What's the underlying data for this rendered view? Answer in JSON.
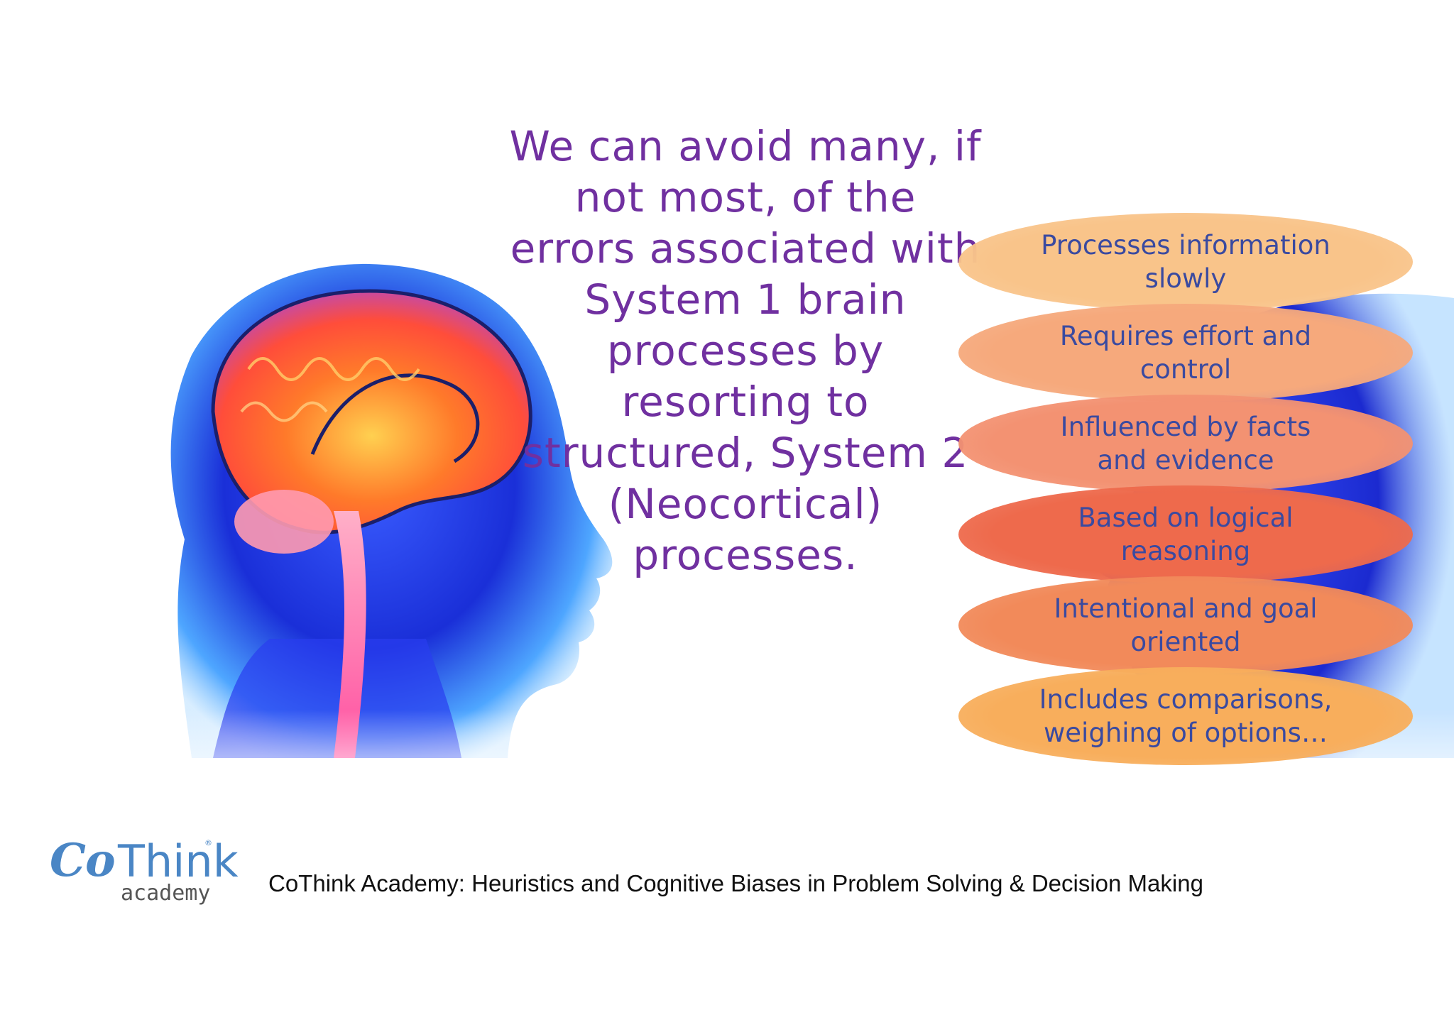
{
  "main_text": {
    "lines": [
      "We can avoid many, if",
      "not most, of the",
      "errors associated with",
      "System 1 brain",
      "processes by",
      "resorting to",
      "structured, System 2",
      "(Neocortical)",
      "processes."
    ]
  },
  "ovals": [
    {
      "line1": "Processes information",
      "line2": "slowly",
      "color": "#f9c48a"
    },
    {
      "line1": "Requires effort and",
      "line2": "control",
      "color": "#f6a97c"
    },
    {
      "line1": "Influenced by facts",
      "line2": "and evidence",
      "color": "#f39272"
    },
    {
      "line1": "Based on logical",
      "line2": "reasoning",
      "color": "#ee6a4c"
    },
    {
      "line1": "Intentional and goal",
      "line2": "oriented",
      "color": "#f28a5a"
    },
    {
      "line1": "Includes comparisons,",
      "line2": "weighing of options…",
      "color": "#f8ae5c"
    }
  ],
  "footer": {
    "logo_co": "Co",
    "logo_think": "Think",
    "logo_academy": "academy",
    "logo_reg": "®",
    "title": "CoThink Academy: Heuristics and Cognitive Biases in Problem Solving & Decision Making"
  },
  "colors": {
    "headline": "#7030a0",
    "oval_text": "#3a4aa0",
    "logo_blue": "#4a86c5"
  },
  "icons": [
    "brain-head-illustration",
    "second-head-illustration"
  ]
}
